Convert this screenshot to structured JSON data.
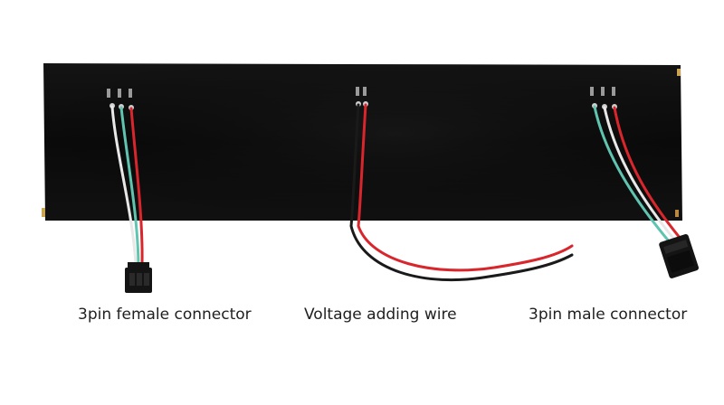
{
  "captions": {
    "female": "3pin female connector",
    "voltage": "Voltage adding wire",
    "male": "3pin male connector"
  },
  "colors": {
    "panel": "#0b0b0b",
    "red_wire": "#d8262c",
    "green_wire": "#5fc4b0",
    "white_wire": "#e8e8e8",
    "black_wire": "#1a1a1a",
    "connector": "#141414",
    "pad": "#c9a451"
  },
  "icons": {
    "female_connector": "female-3pin-connector-icon",
    "male_connector": "male-3pin-connector-icon"
  }
}
